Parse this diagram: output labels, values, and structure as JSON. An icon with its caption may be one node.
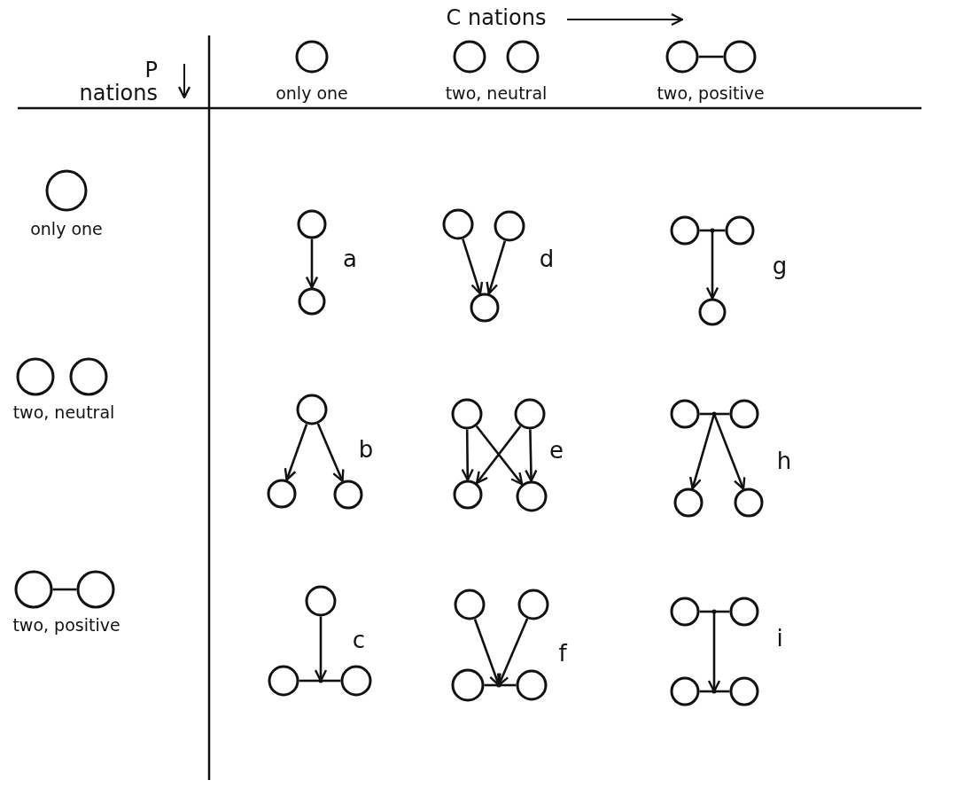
{
  "diagram": {
    "nodes": [
      {
        "text": [],
        "shape": "circle"
      },
      {
        "text": [],
        "shape": "circle"
      },
      {
        "text": [],
        "shape": "circle"
      },
      {
        "text": [],
        "shape": "circle"
      },
      {
        "text": [],
        "shape": "circle"
      },
      {
        "text": [],
        "shape": "circle"
      },
      {
        "text": [],
        "shape": "circle"
      },
      {
        "text": [],
        "shape": "circle"
      },
      {
        "text": [],
        "shape": "circle"
      },
      {
        "text": [],
        "shape": "circle"
      },
      {
        "text": [],
        "shape": "circle"
      },
      {
        "text": [],
        "shape": "circle"
      },
      {
        "text": [],
        "shape": "circle"
      },
      {
        "text": [],
        "shape": "circle"
      },
      {
        "text": [],
        "shape": "circle"
      },
      {
        "text": [],
        "shape": "circle"
      },
      {
        "text": [],
        "shape": "point"
      },
      {
        "text": [],
        "shape": "circle"
      },
      {
        "text": [],
        "shape": "circle"
      },
      {
        "text": [],
        "shape": "circle"
      },
      {
        "text": [],
        "shape": "circle"
      },
      {
        "text": [],
        "shape": "circle"
      },
      {
        "text": [],
        "shape": "circle"
      },
      {
        "text": [],
        "shape": "circle"
      },
      {
        "text": [],
        "shape": "circle"
      },
      {
        "text": [],
        "shape": "circle"
      },
      {
        "text": [],
        "shape": "circle"
      },
      {
        "text": [],
        "shape": "point"
      },
      {
        "text": [],
        "shape": "circle"
      },
      {
        "text": [],
        "shape": "circle"
      },
      {
        "text": [],
        "shape": "circle"
      },
      {
        "text": [],
        "shape": "circle"
      },
      {
        "text": [],
        "shape": "circle"
      },
      {
        "text": [],
        "shape": "point"
      },
      {
        "text": [],
        "shape": "circle"
      },
      {
        "text": [],
        "shape": "circle"
      },
      {
        "text": [],
        "shape": "circle"
      },
      {
        "text": [],
        "shape": "circle"
      },
      {
        "text": [],
        "shape": "point"
      },
      {
        "text": [],
        "shape": "circle"
      },
      {
        "text": [],
        "shape": "circle"
      },
      {
        "text": [],
        "shape": "point"
      },
      {
        "text": [],
        "shape": "circle"
      },
      {
        "text": [],
        "shape": "circle"
      },
      {
        "text": [],
        "shape": "point"
      },
      {
        "text": [],
        "shape": "circle"
      }
    ],
    "edges": [
      {
        "from": 3,
        "to": 4,
        "arrow": "none"
      },
      {
        "from": 8,
        "to": 9,
        "arrow": "none"
      },
      {
        "from": 10,
        "to": 11,
        "arrow": "to"
      },
      {
        "from": 12,
        "to": 14,
        "arrow": "to"
      },
      {
        "from": 13,
        "to": 14,
        "arrow": "to"
      },
      {
        "from": 15,
        "to": 16,
        "arrow": "none"
      },
      {
        "from": 16,
        "to": 17,
        "arrow": "none"
      },
      {
        "from": 16,
        "to": 18,
        "arrow": "to"
      },
      {
        "from": 19,
        "to": 20,
        "arrow": "to"
      },
      {
        "from": 19,
        "to": 21,
        "arrow": "to"
      },
      {
        "from": 22,
        "to": 24,
        "arrow": "to"
      },
      {
        "from": 22,
        "to": 25,
        "arrow": "to"
      },
      {
        "from": 23,
        "to": 24,
        "arrow": "to"
      },
      {
        "from": 23,
        "to": 25,
        "arrow": "to"
      },
      {
        "from": 26,
        "to": 27,
        "arrow": "none"
      },
      {
        "from": 27,
        "to": 28,
        "arrow": "none"
      },
      {
        "from": 27,
        "to": 29,
        "arrow": "to"
      },
      {
        "from": 27,
        "to": 30,
        "arrow": "to"
      },
      {
        "from": 31,
        "to": 33,
        "arrow": "to"
      },
      {
        "from": 32,
        "to": 33,
        "arrow": "none"
      },
      {
        "from": 33,
        "to": 34,
        "arrow": "none"
      },
      {
        "from": 35,
        "to": 38,
        "arrow": "to"
      },
      {
        "from": 36,
        "to": 38,
        "arrow": "to"
      },
      {
        "from": 37,
        "to": 38,
        "arrow": "none"
      },
      {
        "from": 38,
        "to": 39,
        "arrow": "none"
      },
      {
        "from": 40,
        "to": 41,
        "arrow": "none"
      },
      {
        "from": 41,
        "to": 42,
        "arrow": "none"
      },
      {
        "from": 43,
        "to": 44,
        "arrow": "none"
      },
      {
        "from": 44,
        "to": 45,
        "arrow": "none"
      },
      {
        "from": 41,
        "to": 44,
        "arrow": "to"
      }
    ],
    "labels": [
      "C nations",
      "P nations",
      "only one",
      "two, neutral",
      "two, positive",
      "only one",
      "a",
      "d",
      "g",
      "two, neutral",
      "b",
      "e",
      "h",
      "two, positive",
      "c",
      "f",
      "i"
    ]
  }
}
